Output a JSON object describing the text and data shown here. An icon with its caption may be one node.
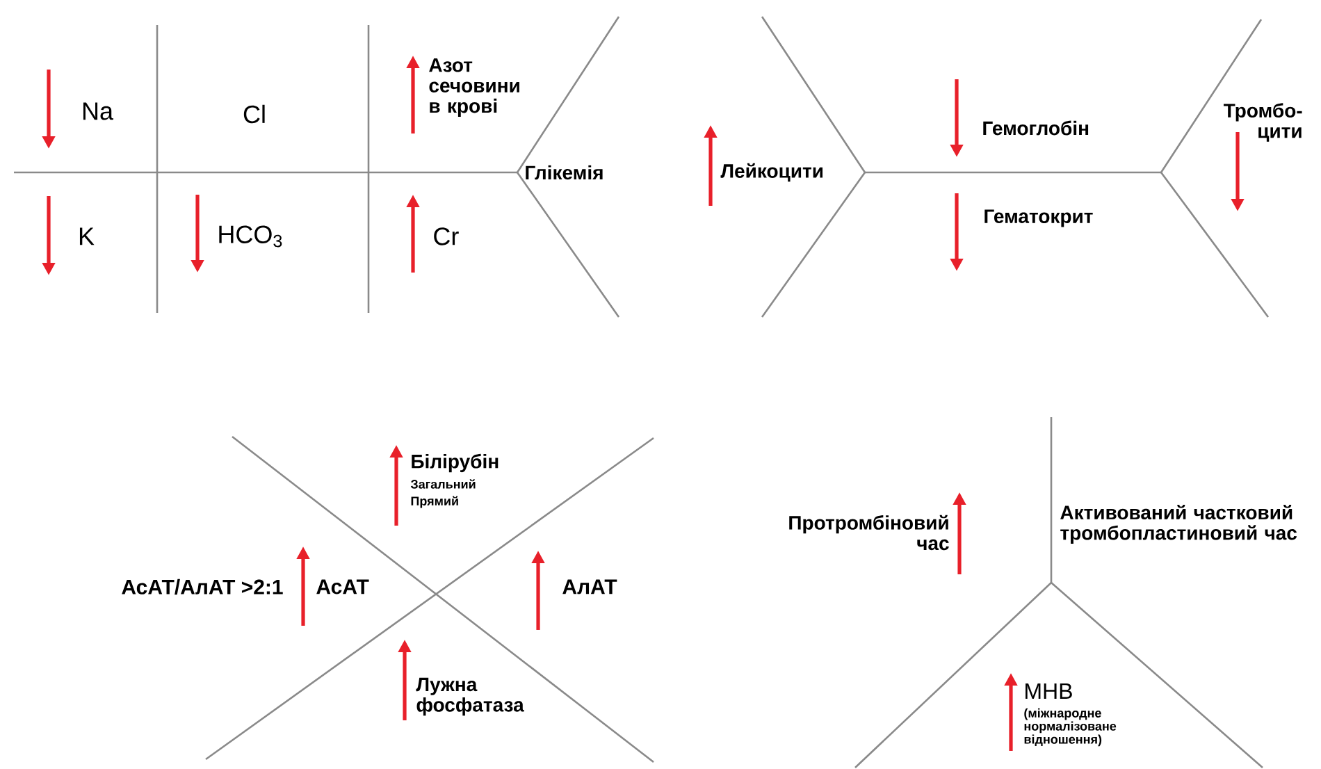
{
  "diagram": {
    "labels": [
      "Na",
      "Cl",
      "Азот сечовини в крові",
      "Глікемія",
      "K",
      "HCO$_{3}$",
      "Cr",
      "Лейкоцити",
      "Гемоглобін",
      "Тромбо- цити",
      "Гематокрит",
      "Білірубін",
      "Загальний",
      "Прямий",
      "АсАТ/АлАТ >2:1",
      "АсАТ",
      "АлАТ",
      "Лужна фосфатаза",
      "Протромбіновий час",
      "Активований частковий тромбопластиновий час",
      "МНВ",
      "(міжнародне нормалізоване відношення)"
    ]
  }
}
